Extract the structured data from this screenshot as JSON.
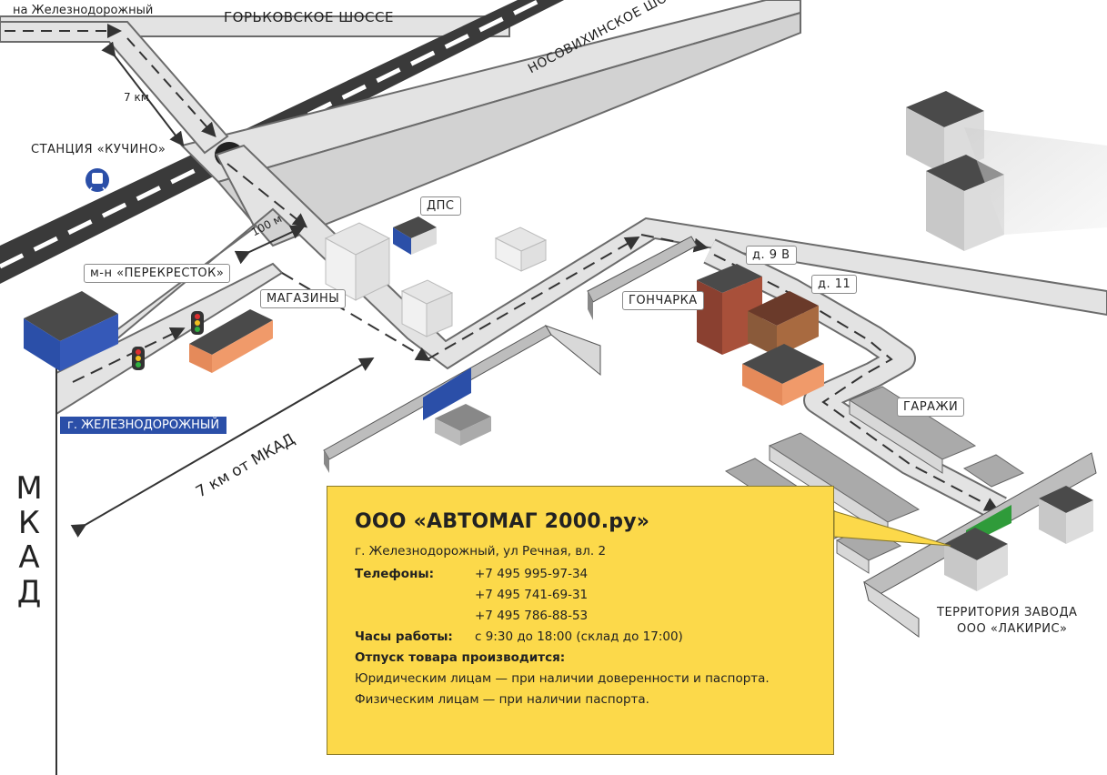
{
  "roads": {
    "gorkovskoe": "ГОРЬКОВСКОЕ ШОССЕ",
    "nosovikhinskoe": "НОСОВИХИНСКОЕ ШОССЕ",
    "to_zheleznodorozhny": "на Железнодорожный",
    "mkad": [
      "М",
      "К",
      "А",
      "Д"
    ]
  },
  "distances": {
    "d7km": "7 км",
    "d100m": "100 м",
    "from_mkad": "7 км от МКАД"
  },
  "places": {
    "station": "СТАНЦИЯ «КУЧИНО»",
    "perekrestok": "м-н «ПЕРЕКРЕСТОК»",
    "magaziny": "МАГАЗИНЫ",
    "dps": "ДПС",
    "goncharka": "ГОНЧАРКА",
    "d9v": "д. 9 В",
    "d11": "д. 11",
    "garazhi": "ГАРАЖИ",
    "zheleznodorozhny": "г. ЖЕЛЕЗНОДОРОЖНЫЙ",
    "zavod_line1": "ТЕРРИТОРИЯ ЗАВОДА",
    "zavod_line2": "ООО «ЛАКИРИС»"
  },
  "info": {
    "company": "ООО «АВТОМАГ 2000.ру»",
    "address": "г. Железнодорожный, ул Речная, вл. 2",
    "phones_label": "Телефоны:",
    "phones": [
      "+7 495 995-97-34",
      "+7 495 741-69-31",
      "+7 495 786-88-53"
    ],
    "hours_label": "Часы работы:",
    "hours": "с 9:30 до 18:00 (склад до 17:00)",
    "release_label": "Отпуск товара производится:",
    "legal": "Юридическим лицам — при наличии доверенности и паспорта.",
    "individual": "Физическим лицам — при наличии паспорта."
  },
  "colors": {
    "road": "#e3e3e3",
    "road_edge": "#6b6b6b",
    "rail_dark": "#3a3a3a",
    "info_bg": "#fcd94a",
    "blue_building": "#2b4fa8",
    "orange_building": "#e58a5a",
    "brown_building": "#8a4030",
    "green_gate": "#2f9b3a"
  },
  "icons": [
    "train-icon",
    "traffic-light-icon",
    "arrow-icon"
  ]
}
